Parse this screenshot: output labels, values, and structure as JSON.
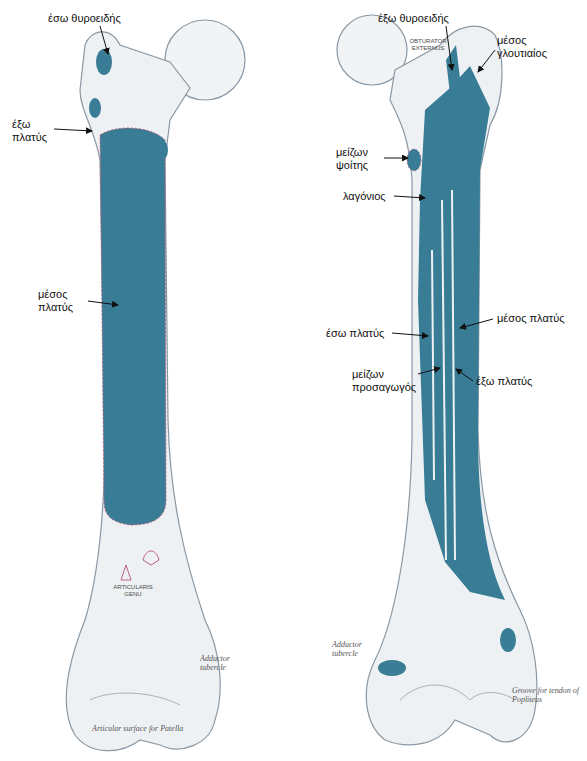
{
  "diagram": {
    "labels": [
      "έσω θυροειδής",
      "έξω πλατύς",
      "μέσος πλατύς",
      "ARTICULARIS GENU",
      "Adductor tubercle",
      "Articular surface for Patella",
      "έξω θυροειδής",
      "OBTURATOR EXTERNUS",
      "μέσος γλουτιαίος",
      "μείζων ψοίτης",
      "λαγόνιος",
      "έσω πλατύς",
      "μέσος πλατύς",
      "μείζων προσαγωγός",
      "έξω πλατύς",
      "Adductor tubercle",
      "Groove for tendon of Popliteus"
    ]
  }
}
